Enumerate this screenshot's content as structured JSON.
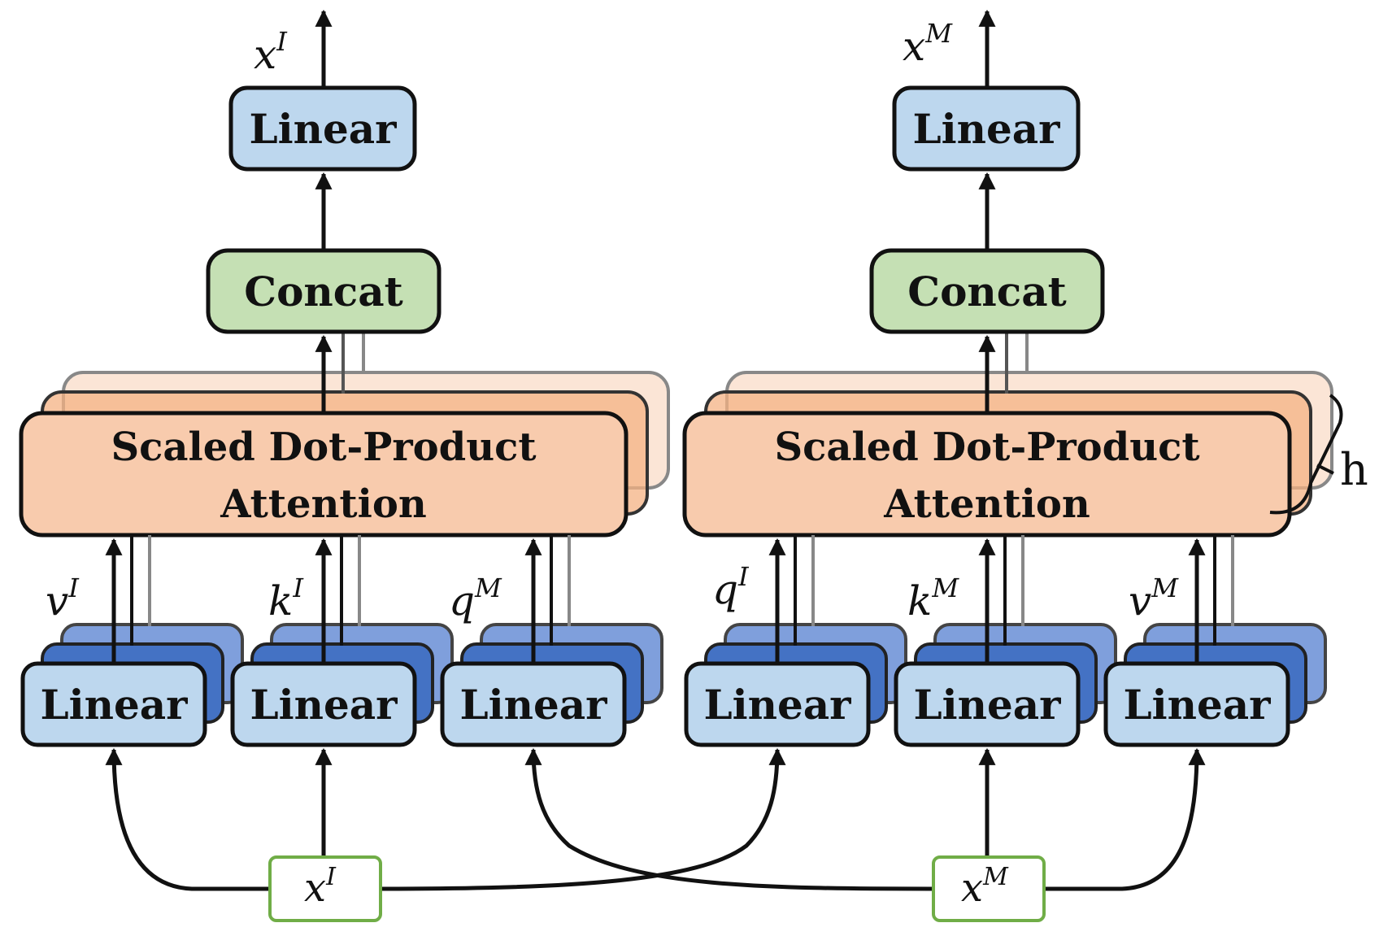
{
  "colors": {
    "linear_fill": "#bdd7ee",
    "linear_back_1": "#4472c4",
    "linear_back_2": "#7f9fdc",
    "concat_fill": "#c5e0b4",
    "attention_fill": "#f8cbad",
    "attention_back": "#fbe5d6",
    "input_border": "#70ad47",
    "stroke": "#111111"
  },
  "left_branch": {
    "output_label": {
      "base": "x",
      "sup": "I"
    },
    "output_linear": "Linear",
    "concat": "Concat",
    "attention_line1": "Scaled Dot-Product",
    "attention_line2": "Attention",
    "linears": [
      "Linear",
      "Linear",
      "Linear"
    ],
    "inputs": [
      {
        "base": "v",
        "sup": "I"
      },
      {
        "base": "k",
        "sup": "I"
      },
      {
        "base": "q",
        "sup": "M"
      }
    ]
  },
  "right_branch": {
    "output_label": {
      "base": "x",
      "sup": "M"
    },
    "output_linear": "Linear",
    "concat": "Concat",
    "attention_line1": "Scaled Dot-Product",
    "attention_line2": "Attention",
    "linears": [
      "Linear",
      "Linear",
      "Linear"
    ],
    "inputs": [
      {
        "base": "q",
        "sup": "I"
      },
      {
        "base": "k",
        "sup": "M"
      },
      {
        "base": "v",
        "sup": "M"
      }
    ]
  },
  "heads_label": "h",
  "source_inputs": [
    {
      "base": "x",
      "sup": "I"
    },
    {
      "base": "x",
      "sup": "M"
    }
  ]
}
